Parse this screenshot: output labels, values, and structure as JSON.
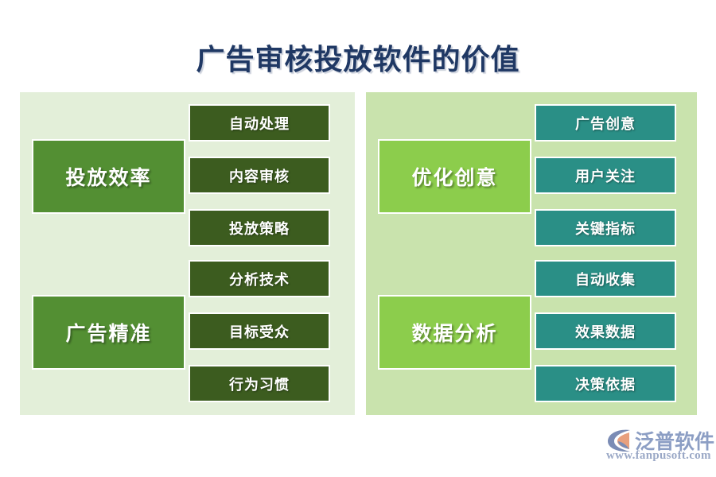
{
  "page": {
    "title": "广告审核投放软件的价值",
    "title_color": "#1f3864",
    "background": "#ffffff"
  },
  "panels": [
    {
      "id": "left",
      "background": "#e3efd9",
      "main_box_color": "#538f33",
      "sub_box_color": "#3c5c1f",
      "groups": [
        {
          "main": "投放效率",
          "subs": [
            "自动处理",
            "内容审核",
            "投放策略"
          ]
        },
        {
          "main": "广告精准",
          "subs": [
            "分析技术",
            "目标受众",
            "行为习惯"
          ]
        }
      ]
    },
    {
      "id": "right",
      "background": "#c9e3ad",
      "main_box_color": "#8ccd4c",
      "sub_box_color": "#2a8f86",
      "groups": [
        {
          "main": "优化创意",
          "subs": [
            "广告创意",
            "用户关注",
            "关键指标"
          ]
        },
        {
          "main": "数据分析",
          "subs": [
            "自动收集",
            "效果数据",
            "决策依据"
          ]
        }
      ]
    }
  ],
  "logo": {
    "mark_icon": "fanpu-leaf-circle-icon",
    "name": "泛普软件",
    "url": "www.fanpusoft.com",
    "name_color": "#8c9ec4",
    "mark_blue": "#7b8cb5",
    "mark_orange": "#e8a07e"
  }
}
